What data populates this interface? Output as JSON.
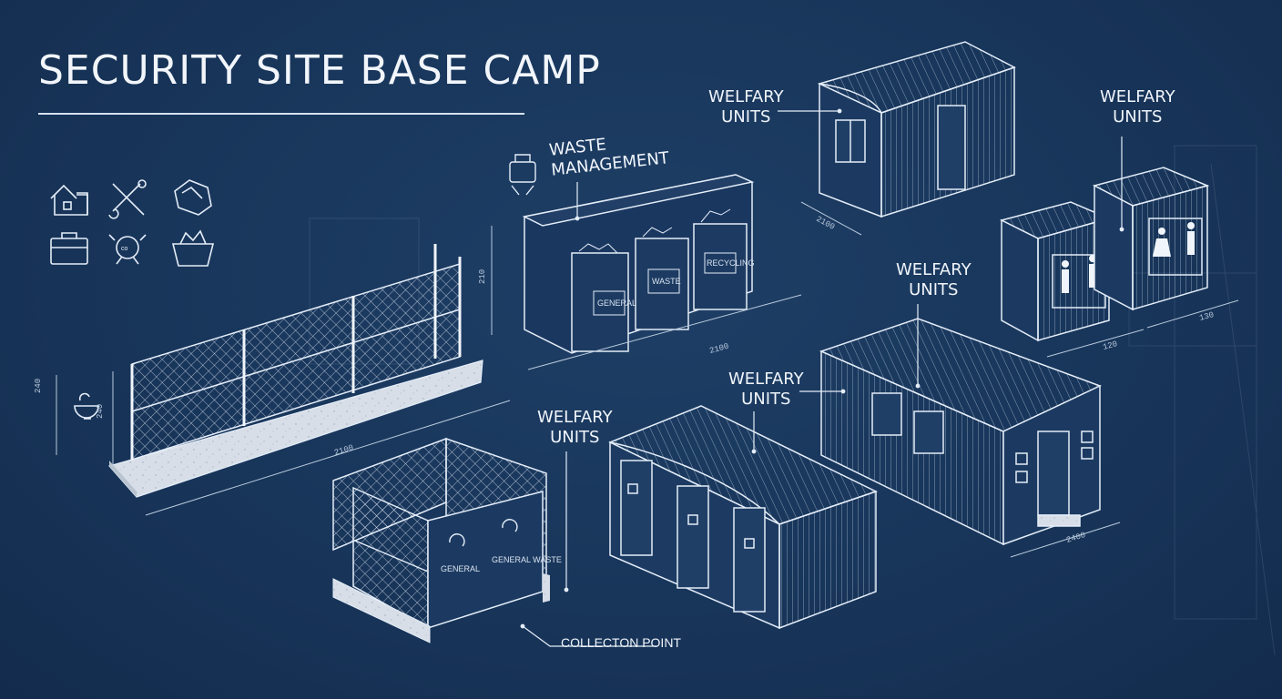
{
  "title": "SECURITY SITE BASE CAMP",
  "labels": {
    "waste_management": [
      "WASTE",
      "MANAGEMENT"
    ],
    "welfare_top_center": [
      "WELFARY",
      "UNITS"
    ],
    "welfare_top_right": [
      "WELFARY",
      "UNITS"
    ],
    "welfare_mid_right": [
      "WELFARY",
      "UNITS"
    ],
    "welfare_mid_center": [
      "WELFARY",
      "UNITS"
    ],
    "welfare_lower_center": [
      "WELFARY",
      "UNITS"
    ],
    "collection_point": "COLLECTON POINT"
  },
  "dimensions": {
    "fence_height": "240",
    "fence_post_height": "240",
    "fence_length": "2100",
    "bins_height": "210",
    "bins_length": "2100",
    "cabin_top": "2100",
    "toilet_a": "120",
    "toilet_b": "130",
    "welfare_big": "2400"
  },
  "bin_signs": [
    "GENERAL",
    "WASTE",
    "RECYCLING"
  ],
  "collection_signs": [
    "GENERAL",
    "GENERAL WASTE"
  ],
  "icons": [
    "site-building-icon",
    "tools-icon",
    "hexagon-bag-icon",
    "toolbox-icon",
    "gear-worker-icon",
    "basket-icon",
    "hand-washing-icon"
  ],
  "colors": {
    "background": "#18355a",
    "line": "#e4edf8",
    "concrete": "#c9d3de",
    "text": "#f0f5fb"
  }
}
